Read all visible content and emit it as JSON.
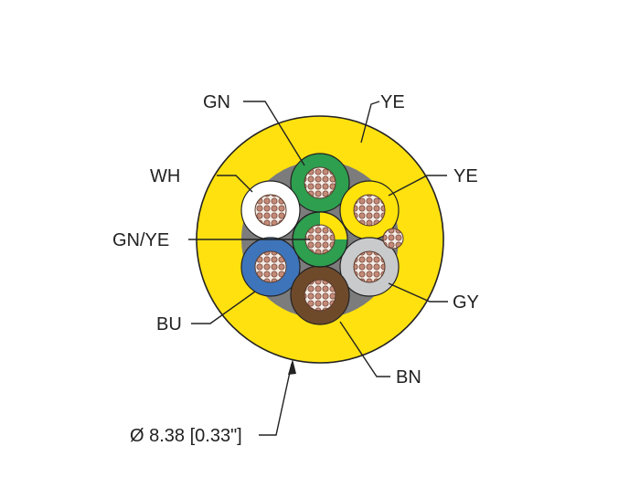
{
  "diagram": {
    "labels": {
      "gn_top": "GN",
      "ye_top": "YE",
      "wh": "WH",
      "ye_right": "YE",
      "gn_ye": "GN/YE",
      "gy": "GY",
      "bu": "BU",
      "bn": "BN",
      "diameter": "Ø 8.38 [0.33\"]"
    },
    "colors": {
      "jacket": "#FFE10F",
      "jacket_edge": "#222222",
      "filler": "#7C7C7C",
      "green": "#2E9E4F",
      "yellow": "#FFE30A",
      "white": "#FFFFFF",
      "blue": "#3E74B9",
      "gray": "#C9CACC",
      "brown": "#6E4A2B",
      "copper": "#C48A78"
    }
  }
}
